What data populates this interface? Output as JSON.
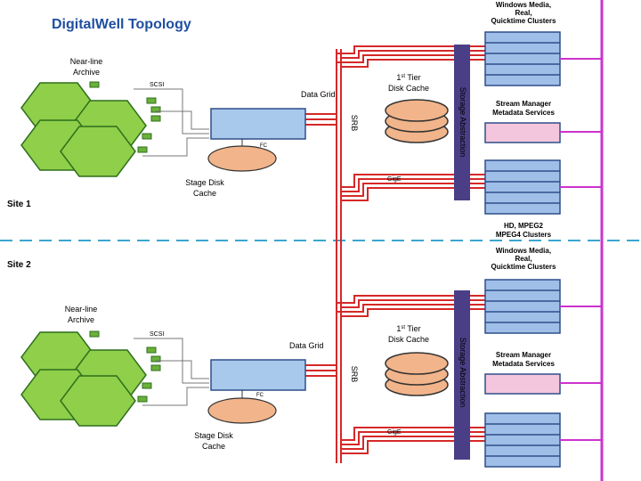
{
  "title": "DigitalWell Topology",
  "site1": {
    "site_label": "Site 1",
    "near_line_archive": "Near-line Archive",
    "scsi": "SCSI",
    "data_grid": "Data Grid",
    "first_tier_disk_cache": "1st Tier Disk Cache",
    "srb": "SRB",
    "fc": "FC",
    "stage_disk_cache": "Stage Disk Cache",
    "gige": "GigE",
    "storage_abstraction": "Storage Abstraction",
    "windows_media_clusters": "Windows Media, Real, Quicktime Clusters",
    "stream_manager": "Stream Manager Metadata Services",
    "hd_clusters": "HD, MPEG2 MPEG4 Clusters"
  },
  "site2": {
    "site_label": "Site 2",
    "near_line_archive": "Near-line Archive",
    "scsi": "SCSI",
    "data_grid": "Data Grid",
    "first_tier_disk_cache": "1st Tier Disk Cache",
    "srb": "SRB",
    "fc": "FC",
    "stage_disk_cache": "Stage Disk Cache",
    "gige": "GigE",
    "storage_abstraction": "Storage Abstraction",
    "windows_media_clusters": "Windows Media, Real, Quicktime Clusters",
    "stream_manager": "Stream Manager Metadata Services"
  },
  "colors": {
    "title": "#1f4fa0",
    "cable_red": "#d62828",
    "magenta_bus": "#cc33cc",
    "abstraction_bar": "#4a3f86",
    "server_blue": "#a9c9ec",
    "cluster_blue": "#9fbfe8",
    "metadata_pink": "#f3c6dd",
    "cache_orange": "#f2b48a",
    "archive_green": "#8fcf4a",
    "divider": "#3aa6cf"
  },
  "icons": [
    "hexagon-archive-icon",
    "tape-drive-icon",
    "disk-stack-icon",
    "server-icon"
  ]
}
